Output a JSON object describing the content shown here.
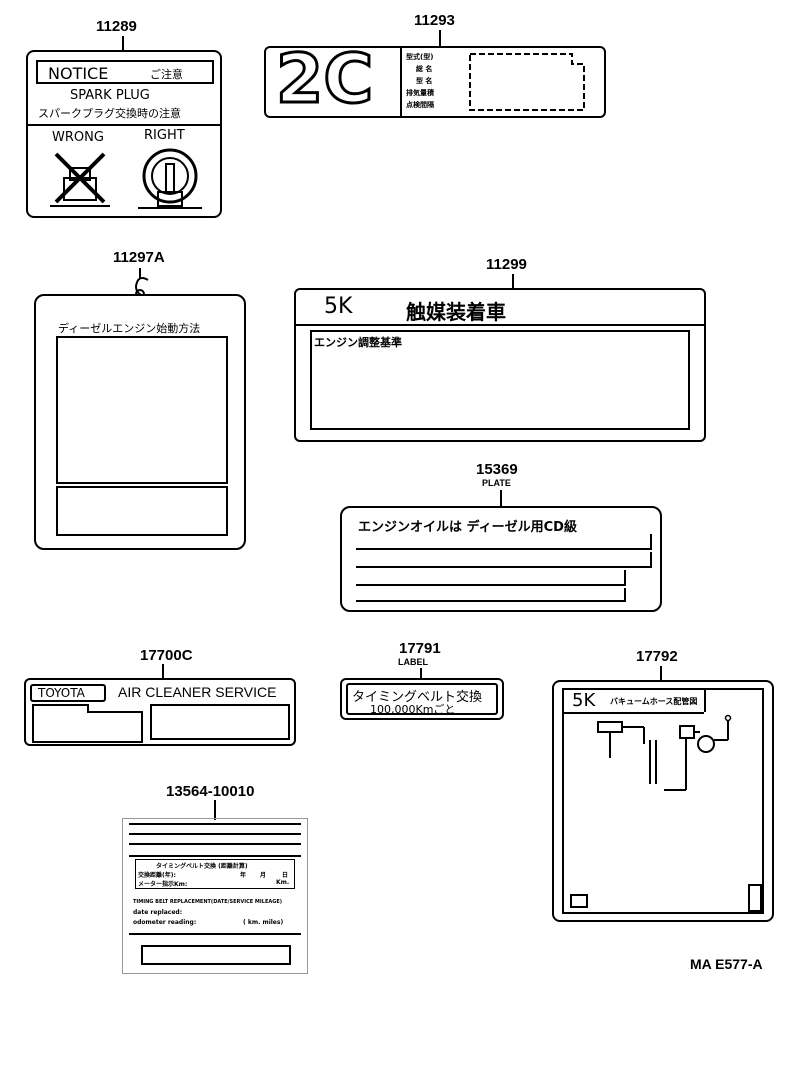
{
  "parts": {
    "p11289": {
      "number": "11289",
      "notice": "NOTICE",
      "notice_jp": "ご注意",
      "spark_plug": "SPARK PLUG",
      "spark_plug_jp": "スパークプラグ交換時の注意",
      "wrong": "WRONG",
      "right": "RIGHT"
    },
    "p11293": {
      "number": "11293",
      "big_text": "2C",
      "rows": [
        "型式(型)",
        "総 名",
        "型 名",
        "排気量積",
        "点検間隔"
      ]
    },
    "p11297A": {
      "number": "11297A",
      "title": "ディーゼルエンジン始動方法"
    },
    "p11299": {
      "number": "11299",
      "code": "5K",
      "title": "触媒装着車",
      "subtitle": "エンジン調整基準"
    },
    "p15369": {
      "number": "15369",
      "type": "PLATE",
      "text": "エンジンオイルは ディーゼル用CD級"
    },
    "p17700C": {
      "number": "17700C",
      "brand": "TOYOTA",
      "text": "AIR CLEANER SERVICE"
    },
    "p17791": {
      "number": "17791",
      "type": "LABEL",
      "line1": "タイミングベルト交換",
      "line2": "100,000Kmごと"
    },
    "p17792": {
      "number": "17792",
      "code": "5K",
      "title": "バキュームホース配管図"
    },
    "p13564": {
      "number": "13564-10010",
      "header": "タイミングベルト交換 (距離計算)",
      "row1": "交換距離(年):",
      "row1_vals": [
        "年",
        "月",
        "日"
      ],
      "row2": "メーター指示Km:",
      "row2_val": "Km.",
      "en1": "TIMING BELT REPLACEMENT(DATE/SERVICE MILEAGE)",
      "en2": "date replaced:",
      "en3": "odometer reading:",
      "en3_val": "( km. miles)"
    }
  },
  "figure_code": "MA E577-A"
}
